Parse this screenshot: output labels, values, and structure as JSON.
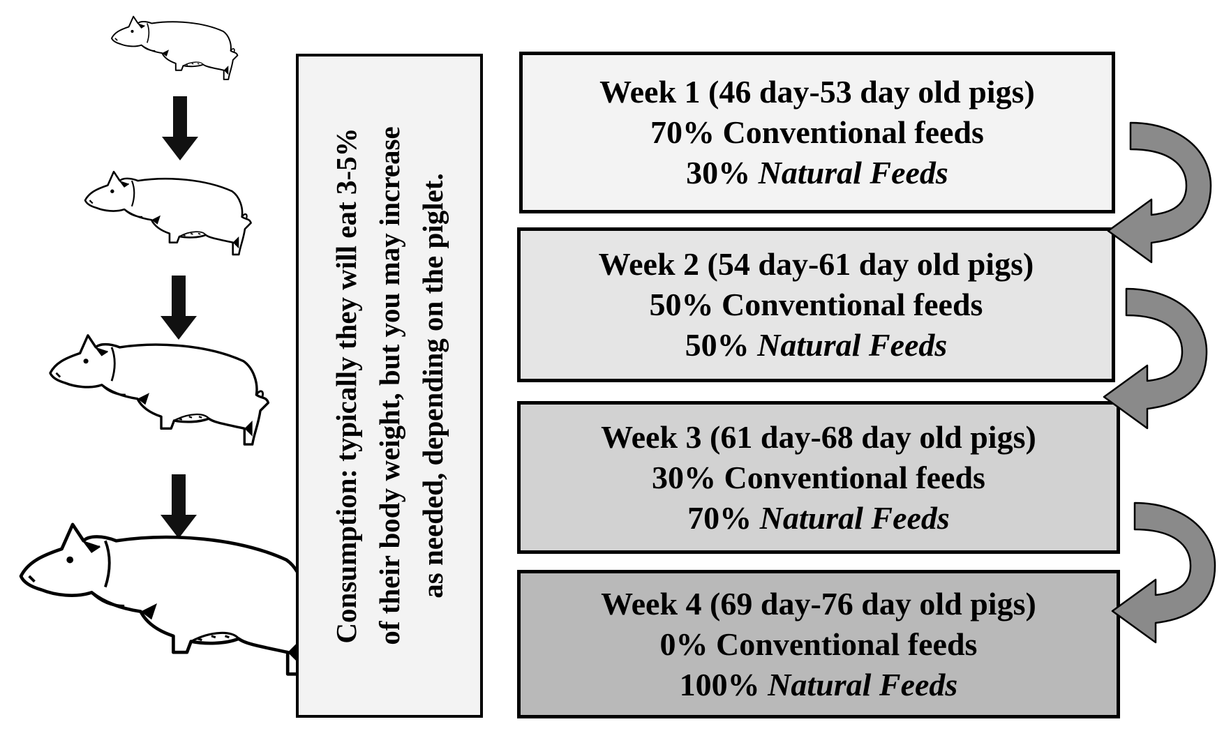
{
  "consumption": {
    "line1": "Consumption: typically they will eat 3-5%",
    "line2": "of their body weight, but you may increase",
    "line3": "as needed, depending on the piglet."
  },
  "weeks": [
    {
      "title": "Week 1 (46 day-53 day old pigs)",
      "conv_pct": "70%",
      "conv_label": "Conventional feeds",
      "nat_pct": "30%",
      "nat_label": "Natural Feeds",
      "fill": "#f3f3f3"
    },
    {
      "title": "Week 2 (54 day-61 day old pigs)",
      "conv_pct": "50%",
      "conv_label": "Conventional feeds",
      "nat_pct": "50%",
      "nat_label": "Natural Feeds",
      "fill": "#e5e5e5"
    },
    {
      "title": "Week 3 (61 day-68 day old pigs)",
      "conv_pct": "30%",
      "conv_label": "Conventional feeds",
      "nat_pct": "70%",
      "nat_label": "Natural Feeds",
      "fill": "#d2d2d2"
    },
    {
      "title": "Week 4 (69 day-76 day old pigs)",
      "conv_pct": "0%",
      "conv_label": "Conventional feeds",
      "nat_pct": "100%",
      "nat_label": "Natural Feeds",
      "fill": "#b9b9b9"
    }
  ],
  "icons": [
    "pig-icon",
    "down-arrow-icon",
    "curved-arrow-icon"
  ],
  "colors": {
    "border": "#000000",
    "curved_arrow_fill": "#8a8a8a",
    "down_arrow": "#111111"
  }
}
